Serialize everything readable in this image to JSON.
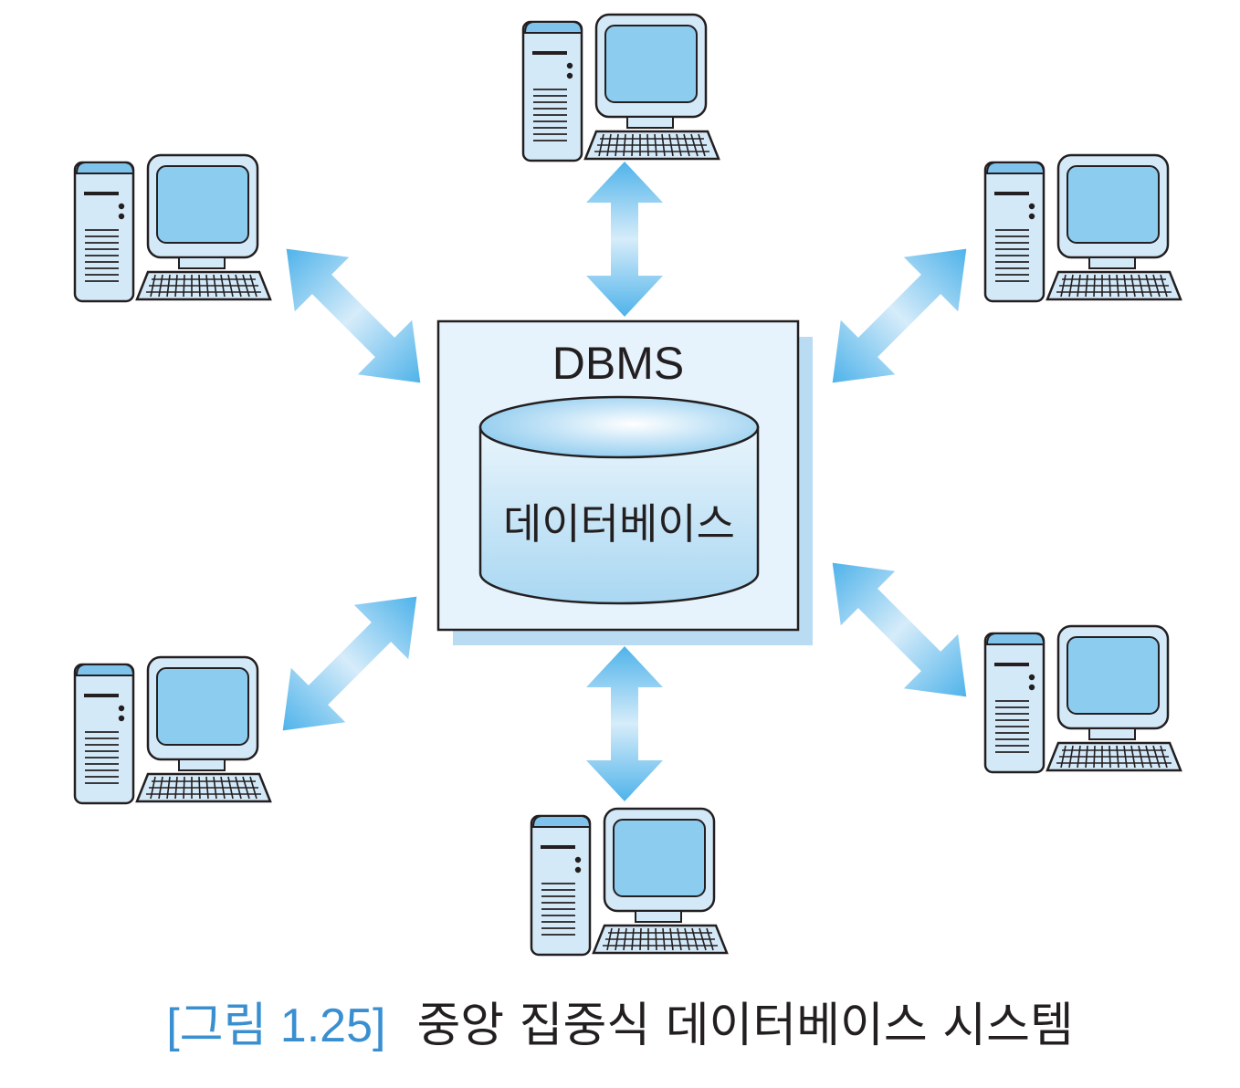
{
  "diagram": {
    "server_label": "DBMS",
    "database_label": "데이터베이스",
    "client_count": 6
  },
  "caption": {
    "figure_number": "[그림 1.25]",
    "title": "중앙 집중식 데이터베이스 시스템"
  },
  "colors": {
    "arrow": "#4fb3ea",
    "arrow_light": "#d6ecfa",
    "server_box": "#e6f3fc",
    "server_shadow": "#b9dcf3",
    "monitor_screen": "#8cccef",
    "caption_number": "#3a8fd0",
    "outline": "#231f20"
  },
  "icons": [
    "desktop-computer-icon",
    "database-cylinder-icon",
    "double-arrow-icon"
  ]
}
